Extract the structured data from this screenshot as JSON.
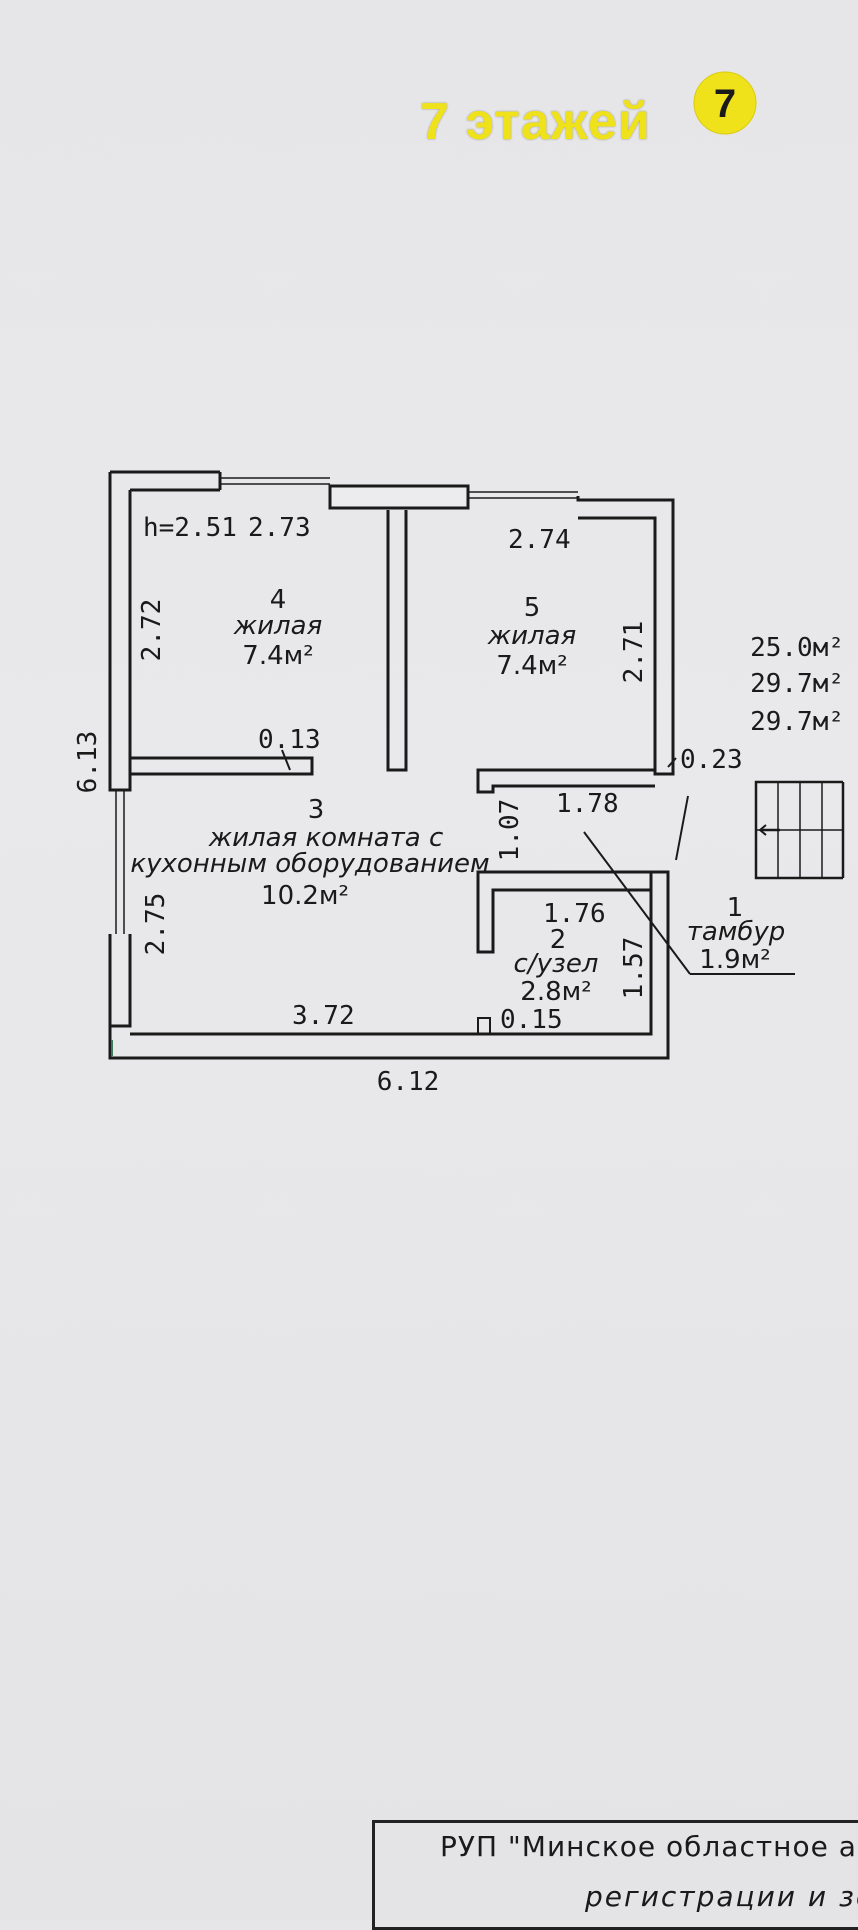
{
  "watermark": {
    "text": "7 этажей",
    "logo_glyph": "7",
    "accent_color": "#f0e21a"
  },
  "plan": {
    "height_label": "h=2.51",
    "rooms": [
      {
        "number": "4",
        "name": "жилая",
        "area": "7.4м²"
      },
      {
        "number": "5",
        "name": "жилая",
        "area": "7.4м²"
      },
      {
        "number": "3",
        "name_line1": "жилая комната с",
        "name_line2": "кухонным оборудованием",
        "area": "10.2м²"
      },
      {
        "number": "2",
        "name": "с/узел",
        "area": "2.8м²"
      },
      {
        "number": "1",
        "name": "тамбур",
        "area": "1.9м²"
      }
    ],
    "dimensions": {
      "d_273": "2.73",
      "d_274": "2.74",
      "d_272": "2.72",
      "d_271": "2.71",
      "d_613": "6.13",
      "d_013": "0.13",
      "d_023": "0.23",
      "d_178": "1.78",
      "d_107": "1.07",
      "d_176": "1.76",
      "d_157": "1.57",
      "d_275": "2.75",
      "d_372": "3.72",
      "d_015": "0.15",
      "d_612": "6.12"
    },
    "totals": [
      "25.0м²",
      "29.7м²",
      "29.7м²"
    ]
  },
  "stamp": {
    "line1": "РУП \"Минское областное аге",
    "line2": "регистрации и зем"
  }
}
